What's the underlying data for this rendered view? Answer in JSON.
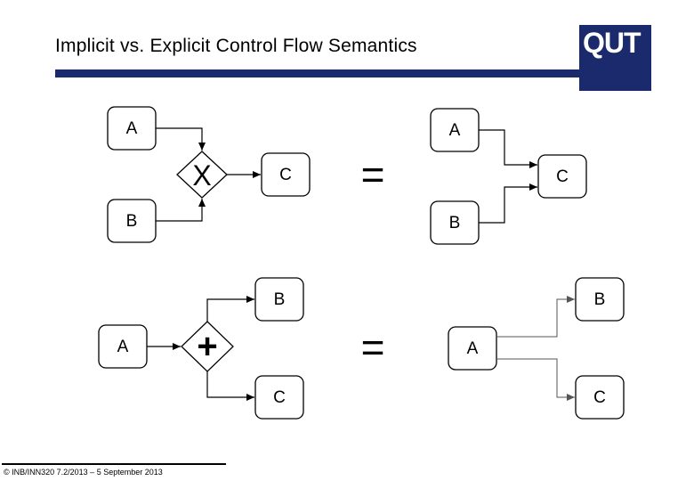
{
  "slide": {
    "title": "Implicit vs. Explicit Control Flow Semantics",
    "logo_text": "QUT",
    "footer": "© INB/INN320 7.2/2013 – 5 September 2013",
    "accent_color": "#1a2a6c"
  },
  "diagram": {
    "xor_join": {
      "node_a": "A",
      "node_b": "B",
      "node_c": "C",
      "gateway_marker": "X",
      "equals": "="
    },
    "implicit_join": {
      "node_a": "A",
      "node_b": "B",
      "node_c": "C"
    },
    "and_split": {
      "node_a": "A",
      "node_b": "B",
      "node_c": "C",
      "gateway_marker": "+",
      "equals": "="
    },
    "implicit_split": {
      "node_a": "A",
      "node_b": "B",
      "node_c": "C"
    }
  }
}
